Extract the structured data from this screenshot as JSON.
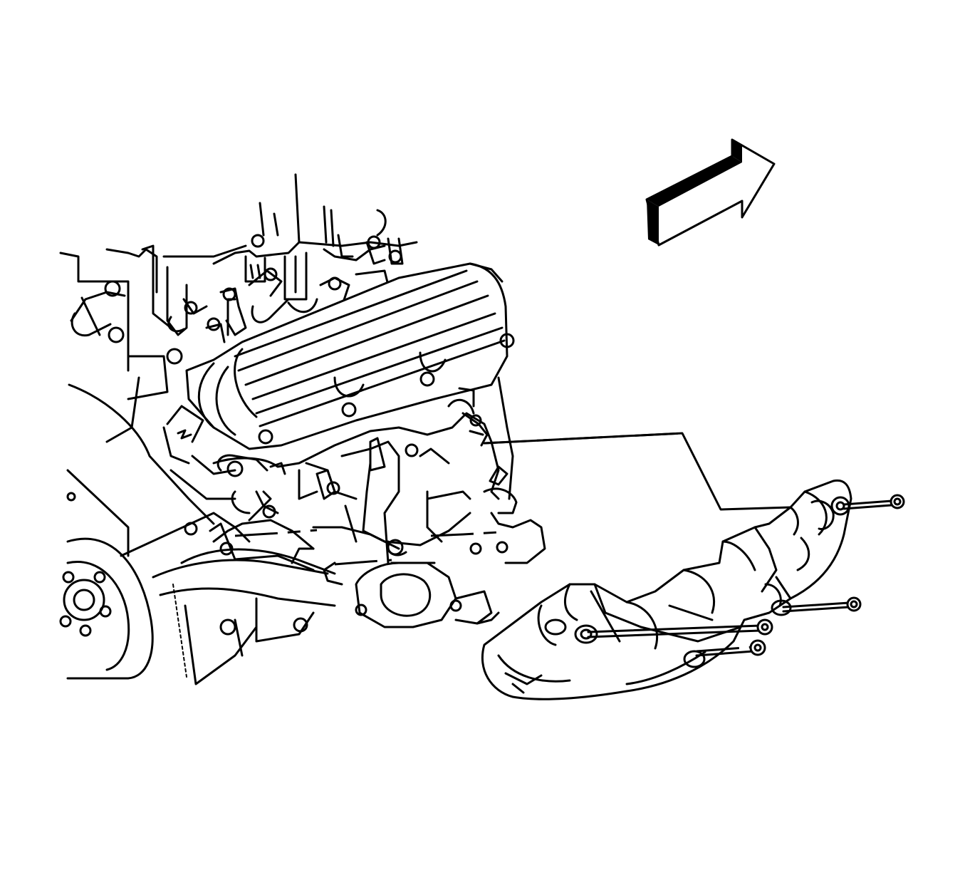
{
  "diagram": {
    "colors": {
      "line": "#000000",
      "background": "#ffffff"
    },
    "parts": [
      {
        "id": "engine-block",
        "kind": "engine-assembly"
      },
      {
        "id": "valve-cover",
        "kind": "cover"
      },
      {
        "id": "exhaust-manifold",
        "kind": "manifold"
      },
      {
        "id": "manifold-bolts",
        "kind": "fasteners",
        "count": 4
      },
      {
        "id": "front-direction-arrow",
        "kind": "indicator"
      }
    ]
  }
}
